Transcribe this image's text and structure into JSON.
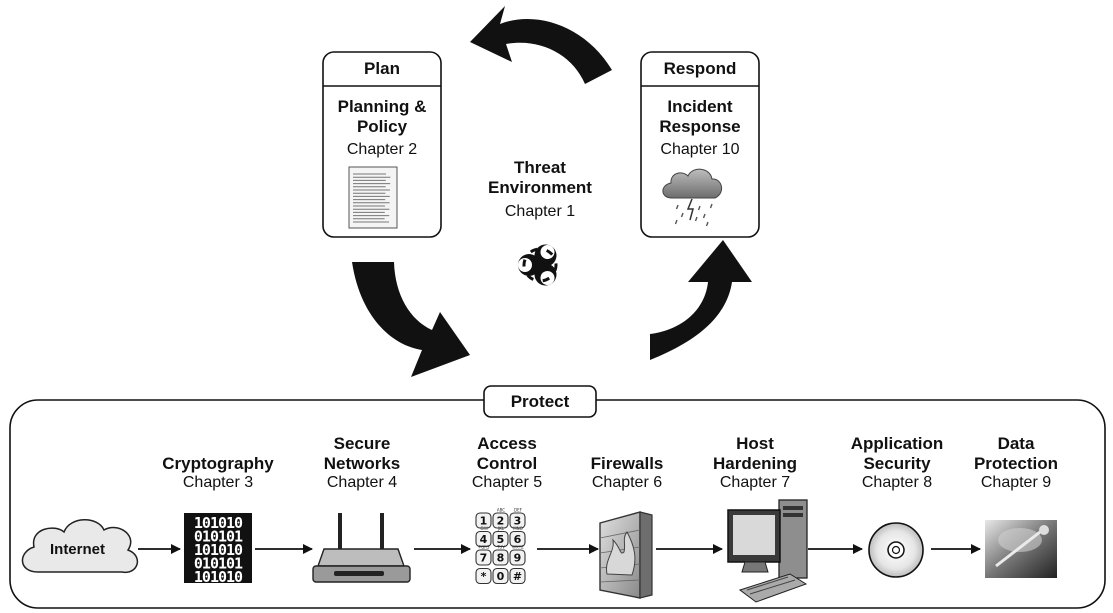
{
  "plan": {
    "header": "Plan",
    "title_line1": "Planning &",
    "title_line2": "Policy",
    "chapter": "Chapter 2"
  },
  "respond": {
    "header": "Respond",
    "title_line1": "Incident",
    "title_line2": "Response",
    "chapter": "Chapter 10"
  },
  "threat": {
    "title_line1": "Threat",
    "title_line2": "Environment",
    "chapter": "Chapter 1"
  },
  "protect": {
    "header": "Protect"
  },
  "internet": {
    "label": "Internet"
  },
  "steps": [
    {
      "title_line1": "",
      "title_line2": "Cryptography",
      "chapter": "Chapter 3"
    },
    {
      "title_line1": "Secure",
      "title_line2": "Networks",
      "chapter": "Chapter 4"
    },
    {
      "title_line1": "Access",
      "title_line2": "Control",
      "chapter": "Chapter 5"
    },
    {
      "title_line1": "",
      "title_line2": "Firewalls",
      "chapter": "Chapter 6"
    },
    {
      "title_line1": "Host",
      "title_line2": "Hardening",
      "chapter": "Chapter 7"
    },
    {
      "title_line1": "Application",
      "title_line2": "Security",
      "chapter": "Chapter 8"
    },
    {
      "title_line1": "Data",
      "title_line2": "Protection",
      "chapter": "Chapter 9"
    }
  ],
  "binary_rows": [
    "101010",
    "010101",
    "101010",
    "010101",
    "101010"
  ],
  "keypad": {
    "keys": [
      "1",
      "2",
      "3",
      "4",
      "5",
      "6",
      "7",
      "8",
      "9",
      "*",
      "0",
      "#"
    ],
    "letters": [
      "",
      "ABC",
      "DEF",
      "GHI",
      "JKL",
      "MNO",
      "PQRS",
      "TUV",
      "WXYZ",
      "",
      "",
      ""
    ]
  },
  "icons": [
    "document-icon",
    "storm-cloud-icon",
    "biohazard-icon",
    "cloud-icon",
    "binary-icon",
    "router-icon",
    "keypad-icon",
    "firewall-icon",
    "computer-icon",
    "cd-icon",
    "hard-drive-icon"
  ]
}
